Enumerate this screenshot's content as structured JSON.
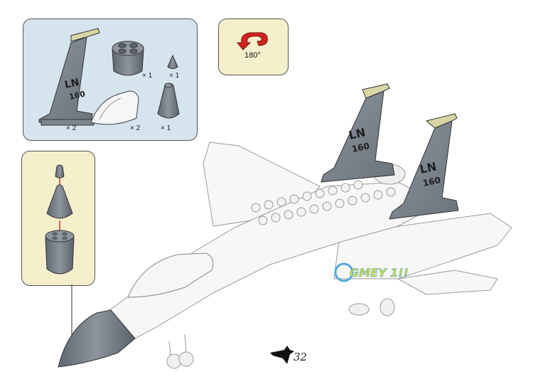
{
  "parts": {
    "tail_fin_tail_code": "LN",
    "tail_fin_serial": "160",
    "tail_fin_qty": "× 2",
    "round_brick_qty": "× 1",
    "small_cone_qty": "× 1",
    "canopy_qty": "× 2",
    "nose_cone_qty": "× 1"
  },
  "rotate": {
    "label": "180°",
    "color": "#d2231e"
  },
  "aircraft": {
    "left_fin_code": "LN",
    "left_fin_serial": "160",
    "right_fin_code": "LN",
    "right_fin_serial": "160",
    "watermark": "GMEY 1!!"
  },
  "footer": {
    "page_number": "32"
  },
  "colors": {
    "parts_panel": "#d6e4ee",
    "callout_panel": "#f6efcc",
    "part_gray": "#747c86"
  }
}
